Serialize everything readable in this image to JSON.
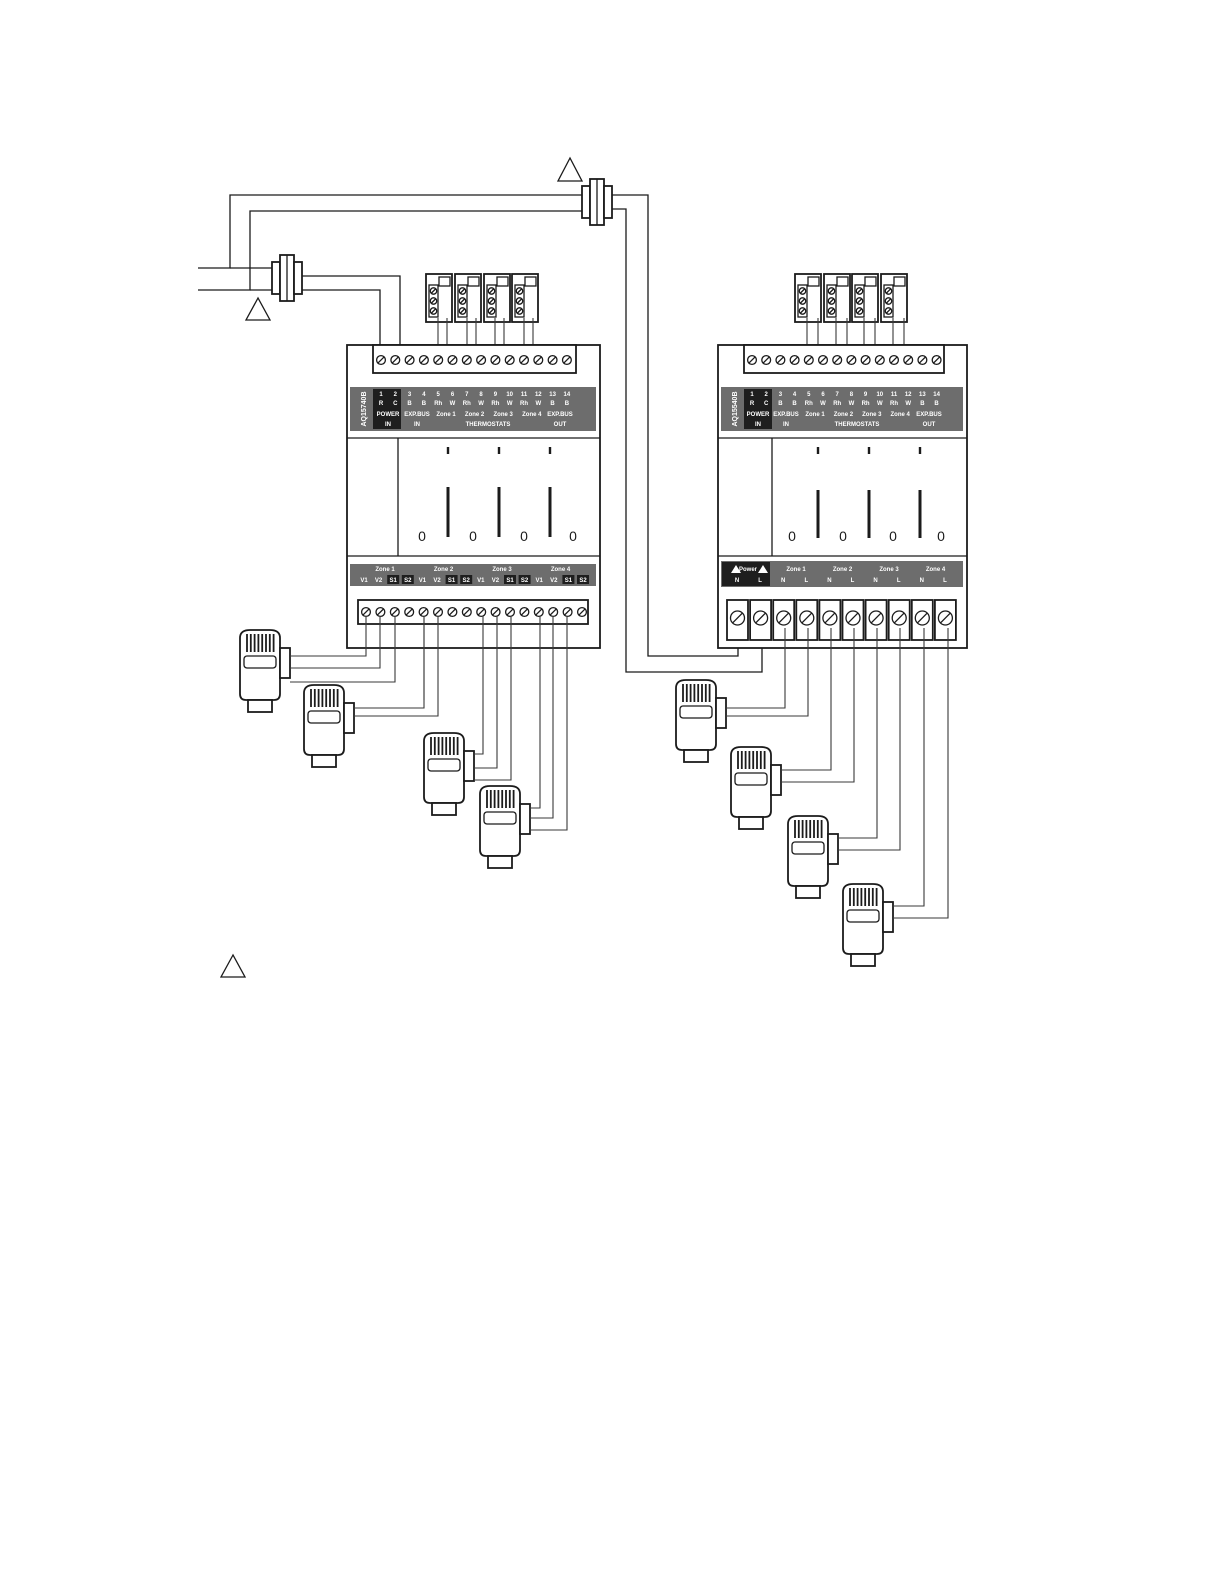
{
  "module_left": {
    "model": "AQ15740B",
    "top_numbers": [
      "1",
      "2",
      "3",
      "4",
      "5",
      "6",
      "7",
      "8",
      "9",
      "10",
      "11",
      "12",
      "13",
      "14"
    ],
    "top_letters": [
      "R",
      "C",
      "B",
      "B",
      "Rh",
      "W",
      "Rh",
      "W",
      "Rh",
      "W",
      "Rh",
      "W",
      "B",
      "B"
    ],
    "power_in": [
      "POWER",
      "IN"
    ],
    "expbus_in": [
      "EXP.BUS",
      "IN"
    ],
    "zone_labels": [
      "Zone 1",
      "Zone 2",
      "Zone 3",
      "Zone 4"
    ],
    "thermostats": "THERMOSTATS",
    "expbus_out": [
      "EXP.BUS",
      "OUT"
    ],
    "bottom_zones": [
      "Zone 1",
      "Zone 2",
      "Zone 3",
      "Zone 4"
    ],
    "bottom_terms": [
      "V1",
      "V2",
      "S1",
      "S2",
      "V1",
      "V2",
      "S1",
      "S2",
      "V1",
      "V2",
      "S1",
      "S2",
      "V1",
      "V2",
      "S1",
      "S2"
    ],
    "led_label": "0"
  },
  "module_right": {
    "model": "AQ15540B",
    "top_numbers": [
      "1",
      "2",
      "3",
      "4",
      "5",
      "6",
      "7",
      "8",
      "9",
      "10",
      "11",
      "12",
      "13",
      "14"
    ],
    "top_letters": [
      "R",
      "C",
      "B",
      "B",
      "Rh",
      "W",
      "Rh",
      "W",
      "Rh",
      "W",
      "Rh",
      "W",
      "B",
      "B"
    ],
    "power_in": [
      "POWER",
      "IN"
    ],
    "expbus_in": [
      "EXP.BUS",
      "IN"
    ],
    "zone_labels": [
      "Zone 1",
      "Zone 2",
      "Zone 3",
      "Zone 4"
    ],
    "thermostats": "THERMOSTATS",
    "expbus_out": [
      "EXP.BUS",
      "OUT"
    ],
    "power_label": "Power",
    "bottom_zones": [
      "Zone 1",
      "Zone 2",
      "Zone 3",
      "Zone 4"
    ],
    "bottom_terms": [
      "N",
      "L",
      "N",
      "L",
      "N",
      "L",
      "N",
      "L",
      "N",
      "L"
    ],
    "led_label": "0"
  },
  "colors": {
    "line": "#1b1b1b",
    "band": "#6d6d6d",
    "dark": "#1e1e1e"
  }
}
